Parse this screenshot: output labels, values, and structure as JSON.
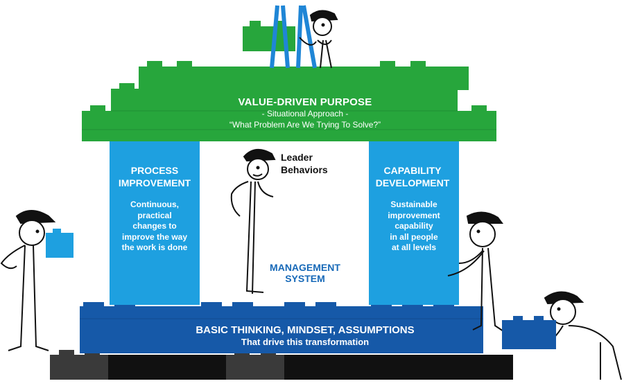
{
  "roof": {
    "title": "VALUE-DRIVEN PURPOSE",
    "subtitle": "- Situational Approach -",
    "question": "“What Problem Are We Trying To Solve?”"
  },
  "left_pillar": {
    "title_line1": "PROCESS",
    "title_line2": "IMPROVEMENT",
    "body": [
      "Continuous,",
      "practical",
      "changes to",
      "improve the way",
      "the work is done"
    ]
  },
  "right_pillar": {
    "title_line1": "CAPABILITY",
    "title_line2": "DEVELOPMENT",
    "body": [
      "Sustainable",
      "improvement",
      "capability",
      "in all people",
      "at all levels"
    ]
  },
  "center": {
    "leader_line1": "Leader",
    "leader_line2": "Behaviors",
    "mgmt_line1": "MANAGEMENT",
    "mgmt_line2": "SYSTEM"
  },
  "base": {
    "title": "BASIC THINKING, MINDSET, ASSUMPTIONS",
    "subtitle": "That drive this transformation"
  },
  "colors": {
    "roof_green": "#27a63c",
    "roof_green_dark": "#1f8f33",
    "pillar_blue": "#1ea0e0",
    "base_blue": "#1659a8",
    "ladder_blue": "#1f86d6",
    "ground": "#111111",
    "ground_gray": "#3a3a3a"
  }
}
